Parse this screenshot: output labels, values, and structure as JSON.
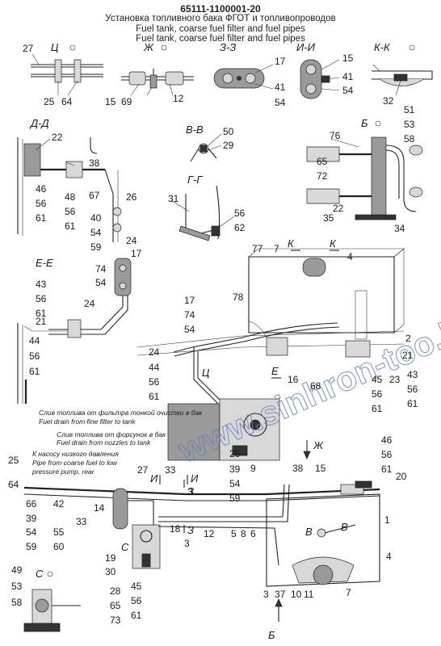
{
  "header": {
    "code": "65111-1100001-20",
    "title_ru": "Установка топливного бака ФГОТ и топливопроводов",
    "title_en_line1": "Fuel tank, coarse fuel filter and fuel pipes",
    "title_en_line2": "Fuel tank, coarse fuel filter and fuel pipes"
  },
  "watermark": "www.sinhron-too.kz",
  "sections": {
    "ts": "Ц",
    "zh": "Ж",
    "z": "З-З",
    "i": "И-И",
    "k": "К-К",
    "d": "Д-Д",
    "v": "В-В",
    "b": "Б",
    "g": "Г-Г",
    "e": "Е-Е",
    "s": "С",
    "k1": "К",
    "k2": "К",
    "e_mark": "Е",
    "ts_mark": "Ц",
    "zh_mark": "Ж",
    "i_mark1": "И",
    "i_mark2": "И",
    "z_mark1": "З",
    "z_mark2": "З",
    "v_mark": "В",
    "v_mark2": "В",
    "s_mark": "С",
    "b_mark": "Б"
  },
  "notes": {
    "fine_ru": "Слив топлива от фильтра тонкой очистки в бак",
    "fine_en": "Fuel drain from fine filter to tank",
    "nozzle_ru": "Слив топлива от форсунок в бак",
    "nozzle_en": "Fuel drain from nozzles to tank",
    "pump_ru": "К насосу низкого давления",
    "pump_en1": "Pipe from coarse fuel to low",
    "pump_en2": "pressure pump, rear"
  },
  "callouts": [
    "27",
    "25",
    "64",
    "15",
    "69",
    "12",
    "17",
    "41",
    "54",
    "15",
    "41",
    "54",
    "32",
    "51",
    "53",
    "58",
    "22",
    "38",
    "46",
    "56",
    "48",
    "61",
    "56",
    "61",
    "67",
    "26",
    "40",
    "54",
    "59",
    "24",
    "50",
    "29",
    "76",
    "65",
    "72",
    "22",
    "35",
    "34",
    "31",
    "56",
    "62",
    "17",
    "74",
    "54",
    "43",
    "56",
    "61",
    "24",
    "21",
    "44",
    "56",
    "61",
    "77",
    "7",
    "4",
    "78",
    "17",
    "74",
    "54",
    "2",
    "21",
    "24",
    "44",
    "56",
    "61",
    "16",
    "68",
    "45",
    "23",
    "43",
    "56",
    "61",
    "56",
    "61",
    "46",
    "56",
    "61",
    "20",
    "25",
    "64",
    "66",
    "39",
    "42",
    "33",
    "54",
    "59",
    "55",
    "60",
    "14",
    "26",
    "39",
    "54",
    "59",
    "9",
    "38",
    "15",
    "33",
    "27",
    "3",
    "1",
    "18",
    "3",
    "12",
    "5",
    "8",
    "6",
    "19",
    "30",
    "28",
    "65",
    "73",
    "45",
    "56",
    "61",
    "4",
    "3",
    "37",
    "10",
    "11",
    "7",
    "49",
    "53",
    "58"
  ]
}
